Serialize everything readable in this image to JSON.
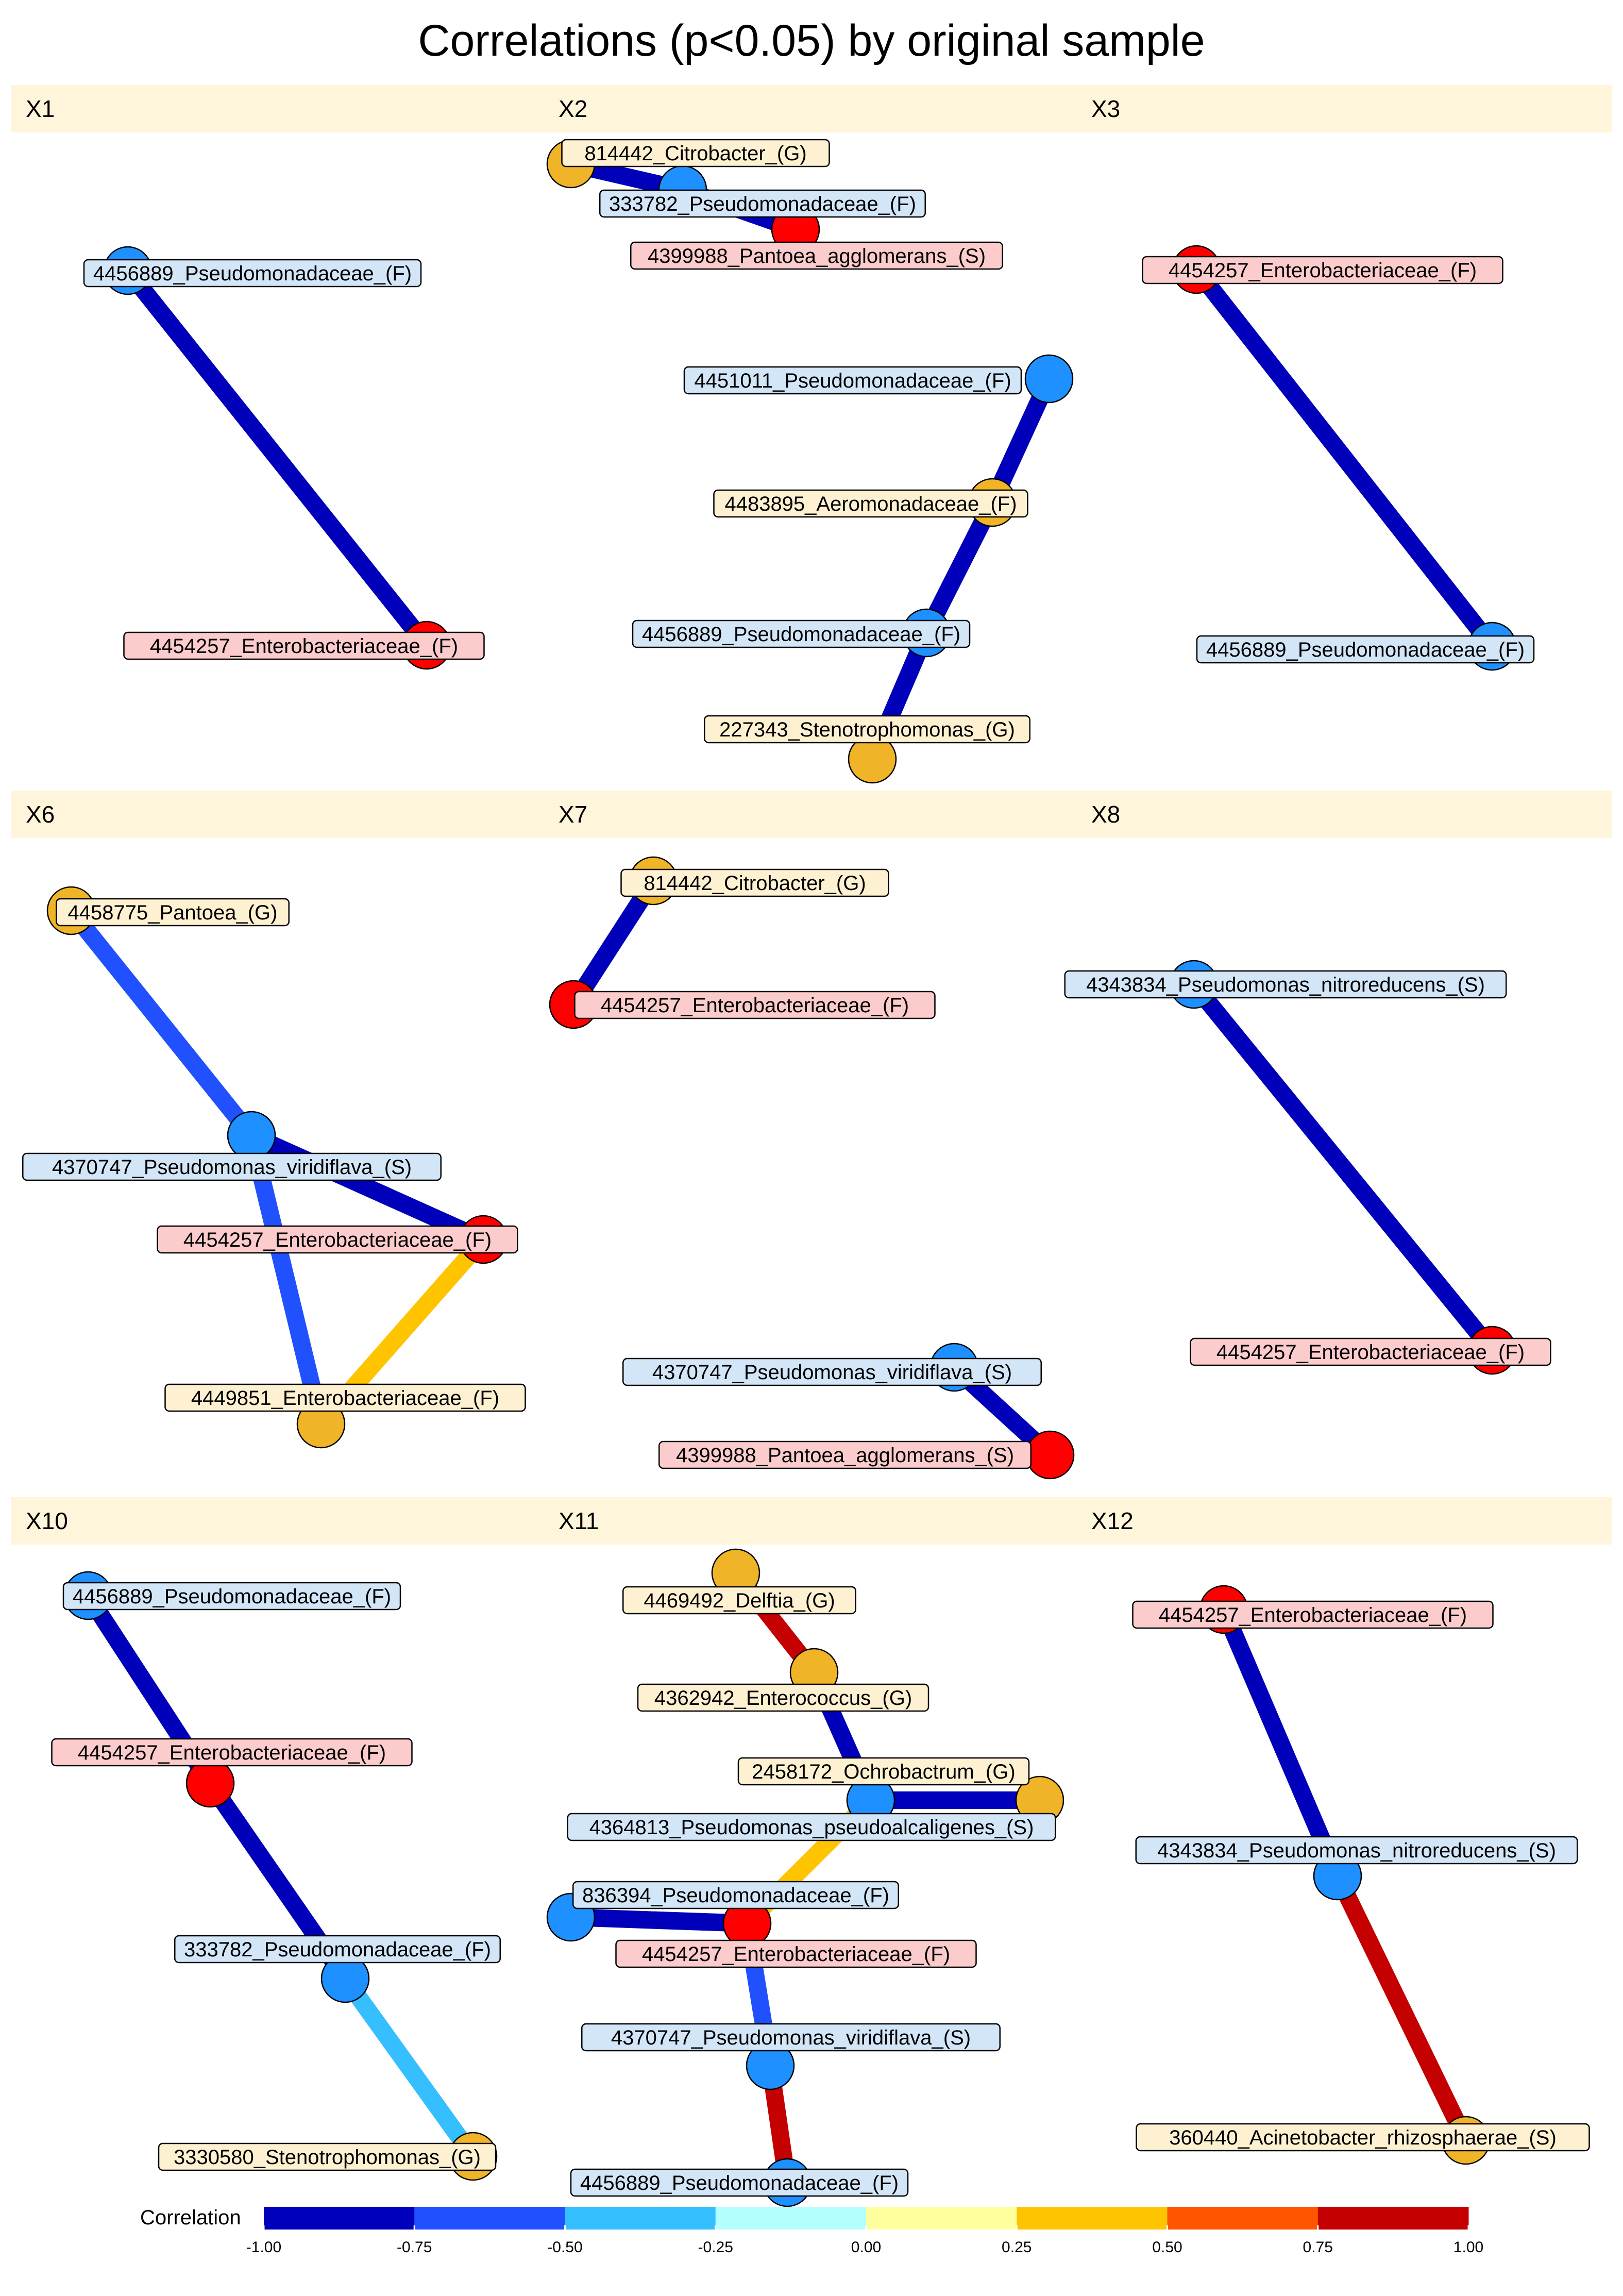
{
  "title": "Correlations (p<0.05) by original sample",
  "group_colors": {
    "F": "#1e90ff",
    "G": "#f0b429",
    "S": "#ff0000"
  },
  "kind_fill": {
    "blue": "#d3e6f8",
    "yellow": "#fdf1d2",
    "red": "#fccccc"
  },
  "panels": [
    {
      "name": "X1",
      "nodes": [
        {
          "id": "a",
          "label": "4456889_Pseudomonadaceae_(F)",
          "kind": "blue",
          "color": "#1e90ff"
        },
        {
          "id": "b",
          "label": "4454257_Enterobacteriaceae_(F)",
          "kind": "red",
          "color": "#ff0000"
        }
      ],
      "edges": [
        {
          "from": "a",
          "to": "b",
          "r": -1.0
        }
      ]
    },
    {
      "name": "X2",
      "nodes": [
        {
          "id": "a",
          "label": "814442_Citrobacter_(G)",
          "kind": "yellow",
          "color": "#f0b429"
        },
        {
          "id": "b",
          "label": "333782_Pseudomonadaceae_(F)",
          "kind": "blue",
          "color": "#1e90ff"
        },
        {
          "id": "c",
          "label": "4399988_Pantoea_agglomerans_(S)",
          "kind": "red",
          "color": "#ff0000"
        },
        {
          "id": "d",
          "label": "4451011_Pseudomonadaceae_(F)",
          "kind": "blue",
          "color": "#1e90ff"
        },
        {
          "id": "e",
          "label": "4483895_Aeromonadaceae_(F)",
          "kind": "yellow",
          "color": "#f0b429"
        },
        {
          "id": "f",
          "label": "4456889_Pseudomonadaceae_(F)",
          "kind": "blue",
          "color": "#1e90ff"
        },
        {
          "id": "g",
          "label": "227343_Stenotrophomonas_(G)",
          "kind": "yellow",
          "color": "#f0b429"
        }
      ],
      "edges": [
        {
          "from": "a",
          "to": "b",
          "r": -1.0
        },
        {
          "from": "b",
          "to": "c",
          "r": -1.0
        },
        {
          "from": "d",
          "to": "e",
          "r": -1.0
        },
        {
          "from": "e",
          "to": "f",
          "r": -1.0
        },
        {
          "from": "f",
          "to": "g",
          "r": -1.0
        }
      ]
    },
    {
      "name": "X3",
      "nodes": [
        {
          "id": "a",
          "label": "4454257_Enterobacteriaceae_(F)",
          "kind": "red",
          "color": "#ff0000"
        },
        {
          "id": "b",
          "label": "4456889_Pseudomonadaceae_(F)",
          "kind": "blue",
          "color": "#1e90ff"
        }
      ],
      "edges": [
        {
          "from": "a",
          "to": "b",
          "r": -1.0
        }
      ]
    },
    {
      "name": "X6",
      "nodes": [
        {
          "id": "a",
          "label": "4458775_Pantoea_(G)",
          "kind": "yellow",
          "color": "#f0b429"
        },
        {
          "id": "b",
          "label": "4370747_Pseudomonas_viridiflava_(S)",
          "kind": "blue",
          "color": "#1e90ff"
        },
        {
          "id": "c",
          "label": "4454257_Enterobacteriaceae_(F)",
          "kind": "red",
          "color": "#ff0000"
        },
        {
          "id": "d",
          "label": "4449851_Enterobacteriaceae_(F)",
          "kind": "yellow",
          "color": "#f0b429"
        }
      ],
      "edges": [
        {
          "from": "a",
          "to": "b",
          "r": -0.75
        },
        {
          "from": "b",
          "to": "c",
          "r": -1.0
        },
        {
          "from": "b",
          "to": "d",
          "r": -0.75
        },
        {
          "from": "c",
          "to": "d",
          "r": 0.5
        }
      ]
    },
    {
      "name": "X7",
      "nodes": [
        {
          "id": "a",
          "label": "814442_Citrobacter_(G)",
          "kind": "yellow",
          "color": "#f0b429"
        },
        {
          "id": "b",
          "label": "4454257_Enterobacteriaceae_(F)",
          "kind": "red",
          "color": "#ff0000"
        },
        {
          "id": "c",
          "label": "4370747_Pseudomonas_viridiflava_(S)",
          "kind": "blue",
          "color": "#1e90ff"
        },
        {
          "id": "d",
          "label": "4399988_Pantoea_agglomerans_(S)",
          "kind": "red",
          "color": "#ff0000"
        }
      ],
      "edges": [
        {
          "from": "a",
          "to": "b",
          "r": -1.0
        },
        {
          "from": "c",
          "to": "d",
          "r": -1.0
        }
      ]
    },
    {
      "name": "X8",
      "nodes": [
        {
          "id": "a",
          "label": "4343834_Pseudomonas_nitroreducens_(S)",
          "kind": "blue",
          "color": "#1e90ff"
        },
        {
          "id": "b",
          "label": "4454257_Enterobacteriaceae_(F)",
          "kind": "red",
          "color": "#ff0000"
        }
      ],
      "edges": [
        {
          "from": "a",
          "to": "b",
          "r": -1.0
        }
      ]
    },
    {
      "name": "X10",
      "nodes": [
        {
          "id": "a",
          "label": "4456889_Pseudomonadaceae_(F)",
          "kind": "blue",
          "color": "#1e90ff"
        },
        {
          "id": "b",
          "label": "4454257_Enterobacteriaceae_(F)",
          "kind": "red",
          "color": "#ff0000"
        },
        {
          "id": "c",
          "label": "333782_Pseudomonadaceae_(F)",
          "kind": "blue",
          "color": "#1e90ff"
        },
        {
          "id": "d",
          "label": "3330580_Stenotrophomonas_(G)",
          "kind": "yellow",
          "color": "#f0b429"
        }
      ],
      "edges": [
        {
          "from": "a",
          "to": "b",
          "r": -1.0
        },
        {
          "from": "b",
          "to": "c",
          "r": -1.0
        },
        {
          "from": "c",
          "to": "d",
          "r": -0.5
        }
      ]
    },
    {
      "name": "X11",
      "nodes": [
        {
          "id": "a",
          "label": "4469492_Delftia_(G)",
          "kind": "yellow",
          "color": "#f0b429"
        },
        {
          "id": "b",
          "label": "4362942_Enterococcus_(G)",
          "kind": "yellow",
          "color": "#f0b429"
        },
        {
          "id": "c",
          "label": "2458172_Ochrobactrum_(G)",
          "kind": "yellow",
          "color": "#f0b429"
        },
        {
          "id": "d",
          "label": "4364813_Pseudomonas_pseudoalcaligenes_(S)",
          "kind": "blue",
          "color": "#1e90ff"
        },
        {
          "id": "e",
          "label": "836394_Pseudomonadaceae_(F)",
          "kind": "blue",
          "color": "#1e90ff"
        },
        {
          "id": "f",
          "label": "4454257_Enterobacteriaceae_(F)",
          "kind": "red",
          "color": "#ff0000"
        },
        {
          "id": "g",
          "label": "4370747_Pseudomonas_viridiflava_(S)",
          "kind": "blue",
          "color": "#1e90ff"
        },
        {
          "id": "h",
          "label": "4456889_Pseudomonadaceae_(F)",
          "kind": "blue",
          "color": "#1e90ff"
        }
      ],
      "edges": [
        {
          "from": "a",
          "to": "b",
          "r": 1.0
        },
        {
          "from": "b",
          "to": "d",
          "r": -1.0
        },
        {
          "from": "d",
          "to": "c",
          "r": -1.0
        },
        {
          "from": "d",
          "to": "f",
          "r": 0.5
        },
        {
          "from": "e",
          "to": "f",
          "r": -1.0
        },
        {
          "from": "f",
          "to": "g",
          "r": -0.75
        },
        {
          "from": "g",
          "to": "h",
          "r": 1.0
        }
      ]
    },
    {
      "name": "X12",
      "nodes": [
        {
          "id": "a",
          "label": "4454257_Enterobacteriaceae_(F)",
          "kind": "red",
          "color": "#ff0000"
        },
        {
          "id": "b",
          "label": "4343834_Pseudomonas_nitroreducens_(S)",
          "kind": "blue",
          "color": "#1e90ff"
        },
        {
          "id": "c",
          "label": "360440_Acinetobacter_rhizosphaerae_(S)",
          "kind": "yellow",
          "color": "#f0b429"
        }
      ],
      "edges": [
        {
          "from": "a",
          "to": "b",
          "r": -1.0
        },
        {
          "from": "b",
          "to": "c",
          "r": 1.0
        }
      ]
    }
  ],
  "legend": {
    "title": "Correlation",
    "ticks": [
      "-1.00",
      "-0.75",
      "-0.50",
      "-0.25",
      "0.00",
      "0.25",
      "0.50",
      "0.75",
      "1.00"
    ],
    "colors": [
      "#0000bb",
      "#2150ff",
      "#35bfff",
      "#b3ffff",
      "#ffff9e",
      "#ffc400",
      "#ff5500",
      "#c40000"
    ]
  }
}
